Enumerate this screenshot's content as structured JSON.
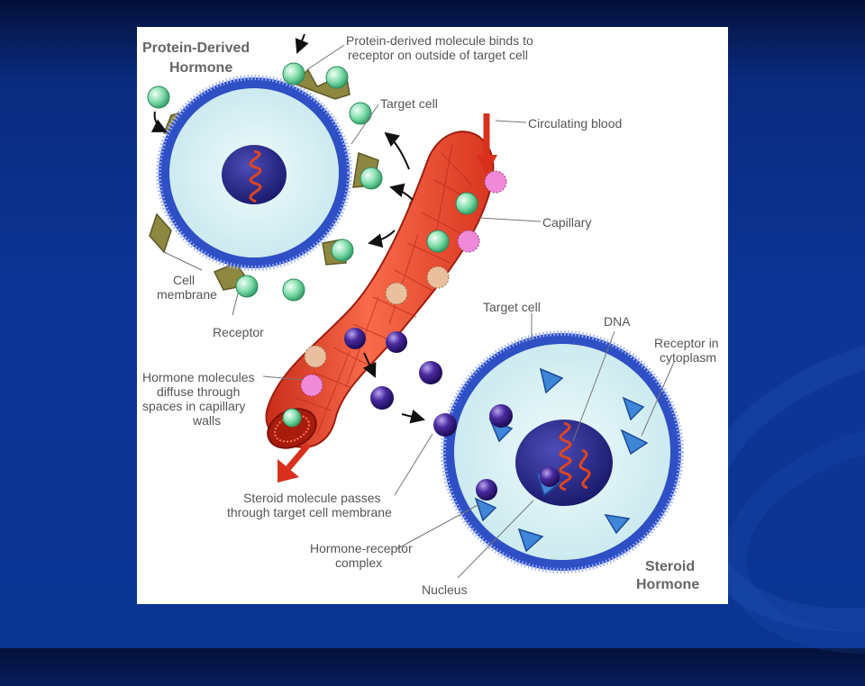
{
  "slide": {
    "background_color": "#0c3596"
  },
  "figure": {
    "title_protein": [
      "Protein-Derived",
      "Hormone"
    ],
    "title_steroid": [
      "Steroid",
      "Hormone"
    ],
    "labels": {
      "binds_receptor": [
        "Protein-derived molecule binds to",
        "receptor on outside of target cell"
      ],
      "target_cell_top": "Target cell",
      "circulating_blood": "Circulating blood",
      "capillary": "Capillary",
      "cell_membrane": [
        "Cell",
        "membrane"
      ],
      "receptor": "Receptor",
      "target_cell_bottom": "Target cell",
      "dna": "DNA",
      "receptor_cytoplasm": [
        "Receptor in",
        "cytoplasm"
      ],
      "diffuse": [
        "Hormone molecules",
        "diffuse through",
        "spaces in capillary",
        "walls"
      ],
      "steroid_passes": [
        "Steroid molecule passes",
        "through target cell membrane"
      ],
      "hormone_receptor_complex": [
        "Hormone-receptor",
        "complex"
      ],
      "nucleus": "Nucleus"
    },
    "colors": {
      "cell_membrane": "#2f4fc4",
      "cell_fill": "#d9f1f4",
      "nucleus": "#2a2a8a",
      "capillary": "#e8452c",
      "protein_hormone": "#4ec98a",
      "steroid_hormone": "#3b1f8c",
      "receptor_protein": "#8e8740",
      "receptor_cytoplasm": "#3f86d8"
    }
  }
}
